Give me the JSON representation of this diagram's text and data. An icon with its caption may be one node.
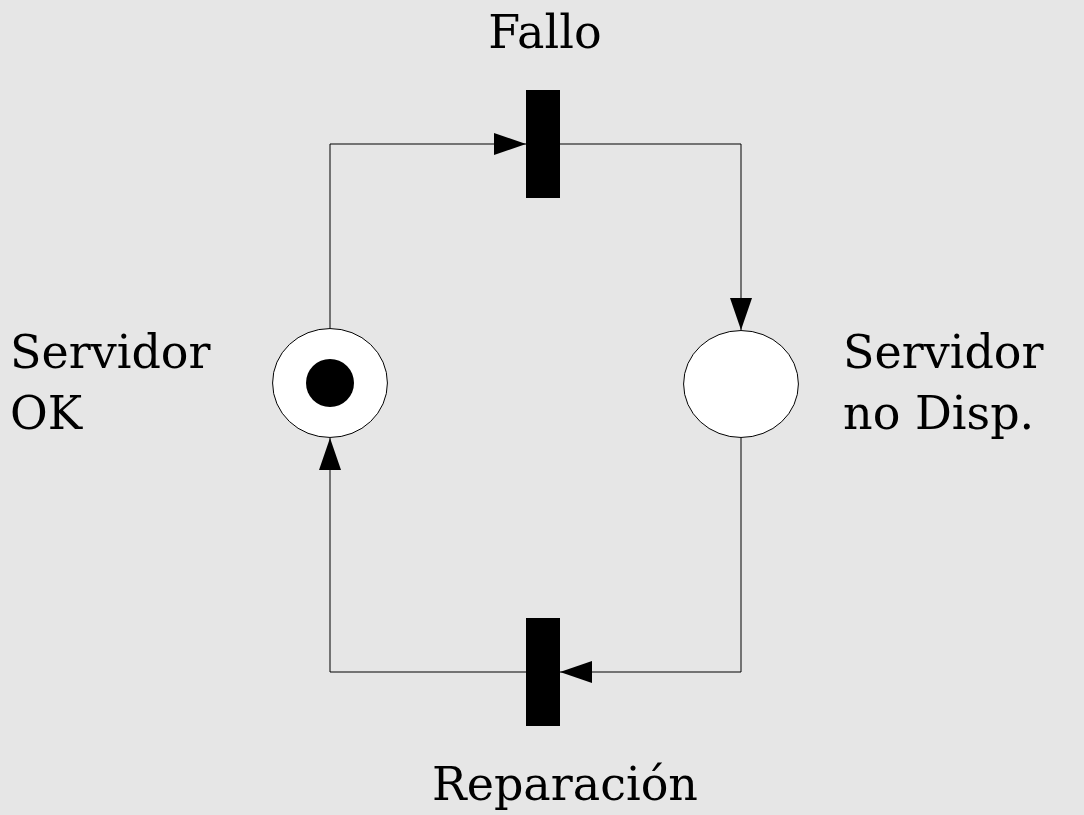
{
  "diagram": {
    "nodes": [
      {
        "text": [],
        "shape": "bar",
        "beside": [
          "Fallo"
        ]
      },
      {
        "text": [],
        "shape": "circle",
        "beside": [
          "Servidor OK"
        ]
      },
      {
        "text": [],
        "shape": "dot",
        "in": 1
      },
      {
        "text": [],
        "shape": "circle",
        "beside": [
          "Servidor no Disp."
        ]
      },
      {
        "text": [],
        "shape": "bar",
        "beside": [
          "Reparación"
        ]
      }
    ],
    "edges": [
      {
        "from": 1,
        "to": 0,
        "arrow": "to"
      },
      {
        "from": 0,
        "to": 3,
        "arrow": "to"
      },
      {
        "from": 3,
        "to": 4,
        "arrow": "to"
      },
      {
        "from": 4,
        "to": 1,
        "arrow": "to"
      }
    ]
  }
}
